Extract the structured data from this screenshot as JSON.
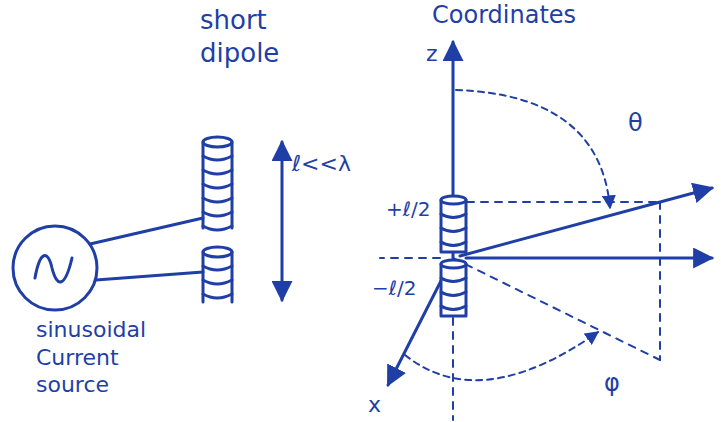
{
  "diagram": {
    "labels": [
      "short dipole",
      "ℓ<<λ",
      "sinusoidal Current source",
      "Coordinates",
      "z",
      "θ",
      "+ℓ/2",
      "−ℓ/2",
      "x",
      "φ"
    ]
  }
}
